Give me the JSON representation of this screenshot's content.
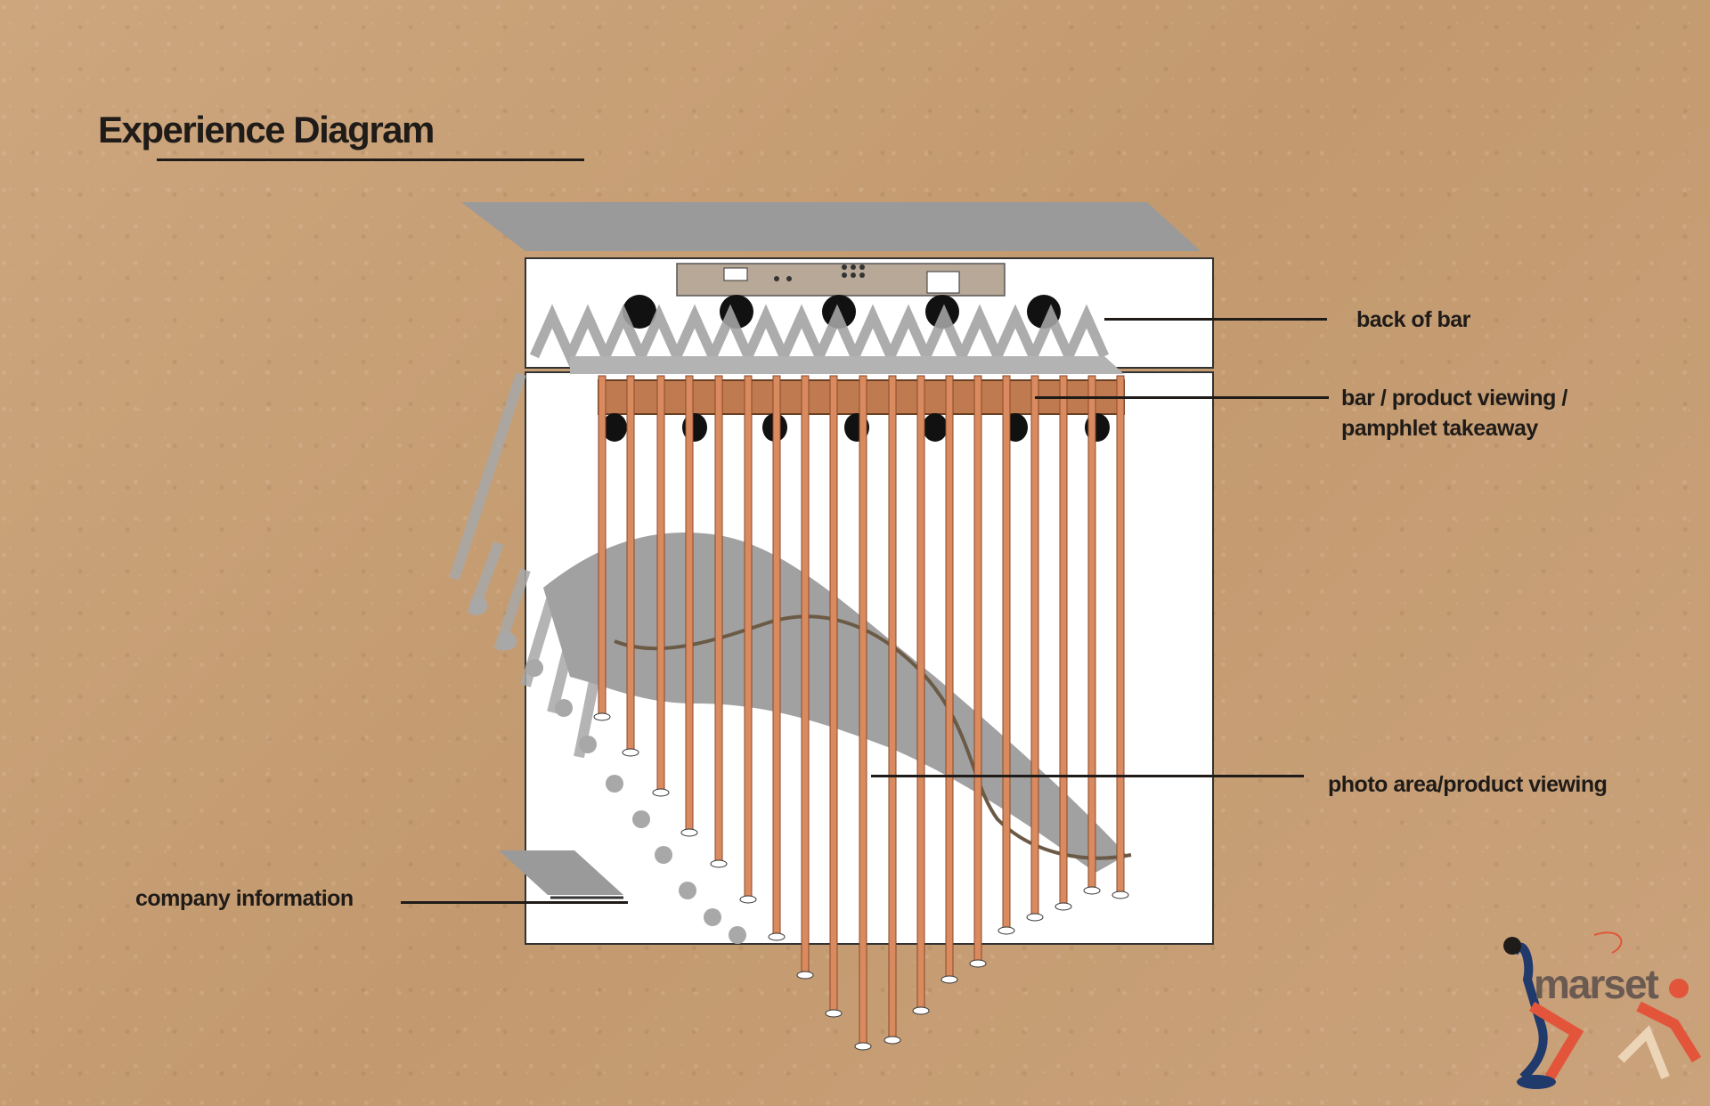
{
  "title": "Experience Diagram",
  "labels": {
    "back_of_bar": "back of bar",
    "bar_line1": "bar / product viewing /",
    "bar_line2": "pamphlet takeaway",
    "photo_area": "photo area/product viewing",
    "company_info": "company information"
  },
  "logo": {
    "text": "marset"
  },
  "colors": {
    "background": "#c9a27a",
    "floor": "#ffffff",
    "shadow": "#9a9a9a",
    "rod": "#d98a5f",
    "ink": "#1f1b18"
  }
}
